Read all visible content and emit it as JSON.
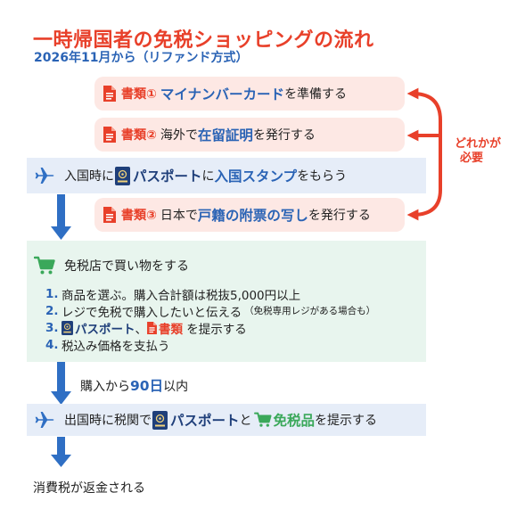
{
  "header": {
    "title": "一時帰国者の免税ショッピングの流れ",
    "subtitle": "2026年11月から（リファンド方式）"
  },
  "documents": [
    {
      "label": "書類①",
      "emph": "マイナンバーカード",
      "rest": "を準備する"
    },
    {
      "label": "書類②",
      "pre": "海外で",
      "emph": "在留証明",
      "rest": "を発行する"
    },
    {
      "label": "書類③",
      "pre": "日本で",
      "emph": "戸籍の附票の写し",
      "rest": "を発行する"
    }
  ],
  "either_note": [
    "どれかが",
    "必要"
  ],
  "entry": {
    "pre": "入国時に",
    "passport": "パスポート",
    "mid": "に",
    "stamp": "入国スタンプ",
    "rest": "をもらう"
  },
  "shop": {
    "heading": "免税店で買い物をする",
    "steps": [
      {
        "num": "1.",
        "text": "商品を選ぶ。購入合計額は税抜5,000円以上"
      },
      {
        "num": "2.",
        "text": "レジで免税で購入したいと伝える",
        "note": "（免税専用レジがある場合も）"
      },
      {
        "num": "3.",
        "passport": "パスポート",
        "sep": "、",
        "doc": "書類",
        "rest": " を提示する"
      },
      {
        "num": "4.",
        "text": "税込み価格を支払う"
      }
    ]
  },
  "interval": {
    "pre": "購入から",
    "days": "90日",
    "post": "以内"
  },
  "exit": {
    "pre": "出国時に税関で",
    "passport": "パスポート",
    "mid": "と",
    "goods": "免税品",
    "rest": "を提示する"
  },
  "result": "消費税が返金される",
  "colors": {
    "accent_red": "#e8402a",
    "accent_blue": "#2a63b5",
    "arrow_blue": "#2f6fc4",
    "band_blue": "#e6edf8",
    "band_pink": "#fde8e4",
    "band_green": "#e8f5ee",
    "cart_green": "#3aa85a"
  }
}
